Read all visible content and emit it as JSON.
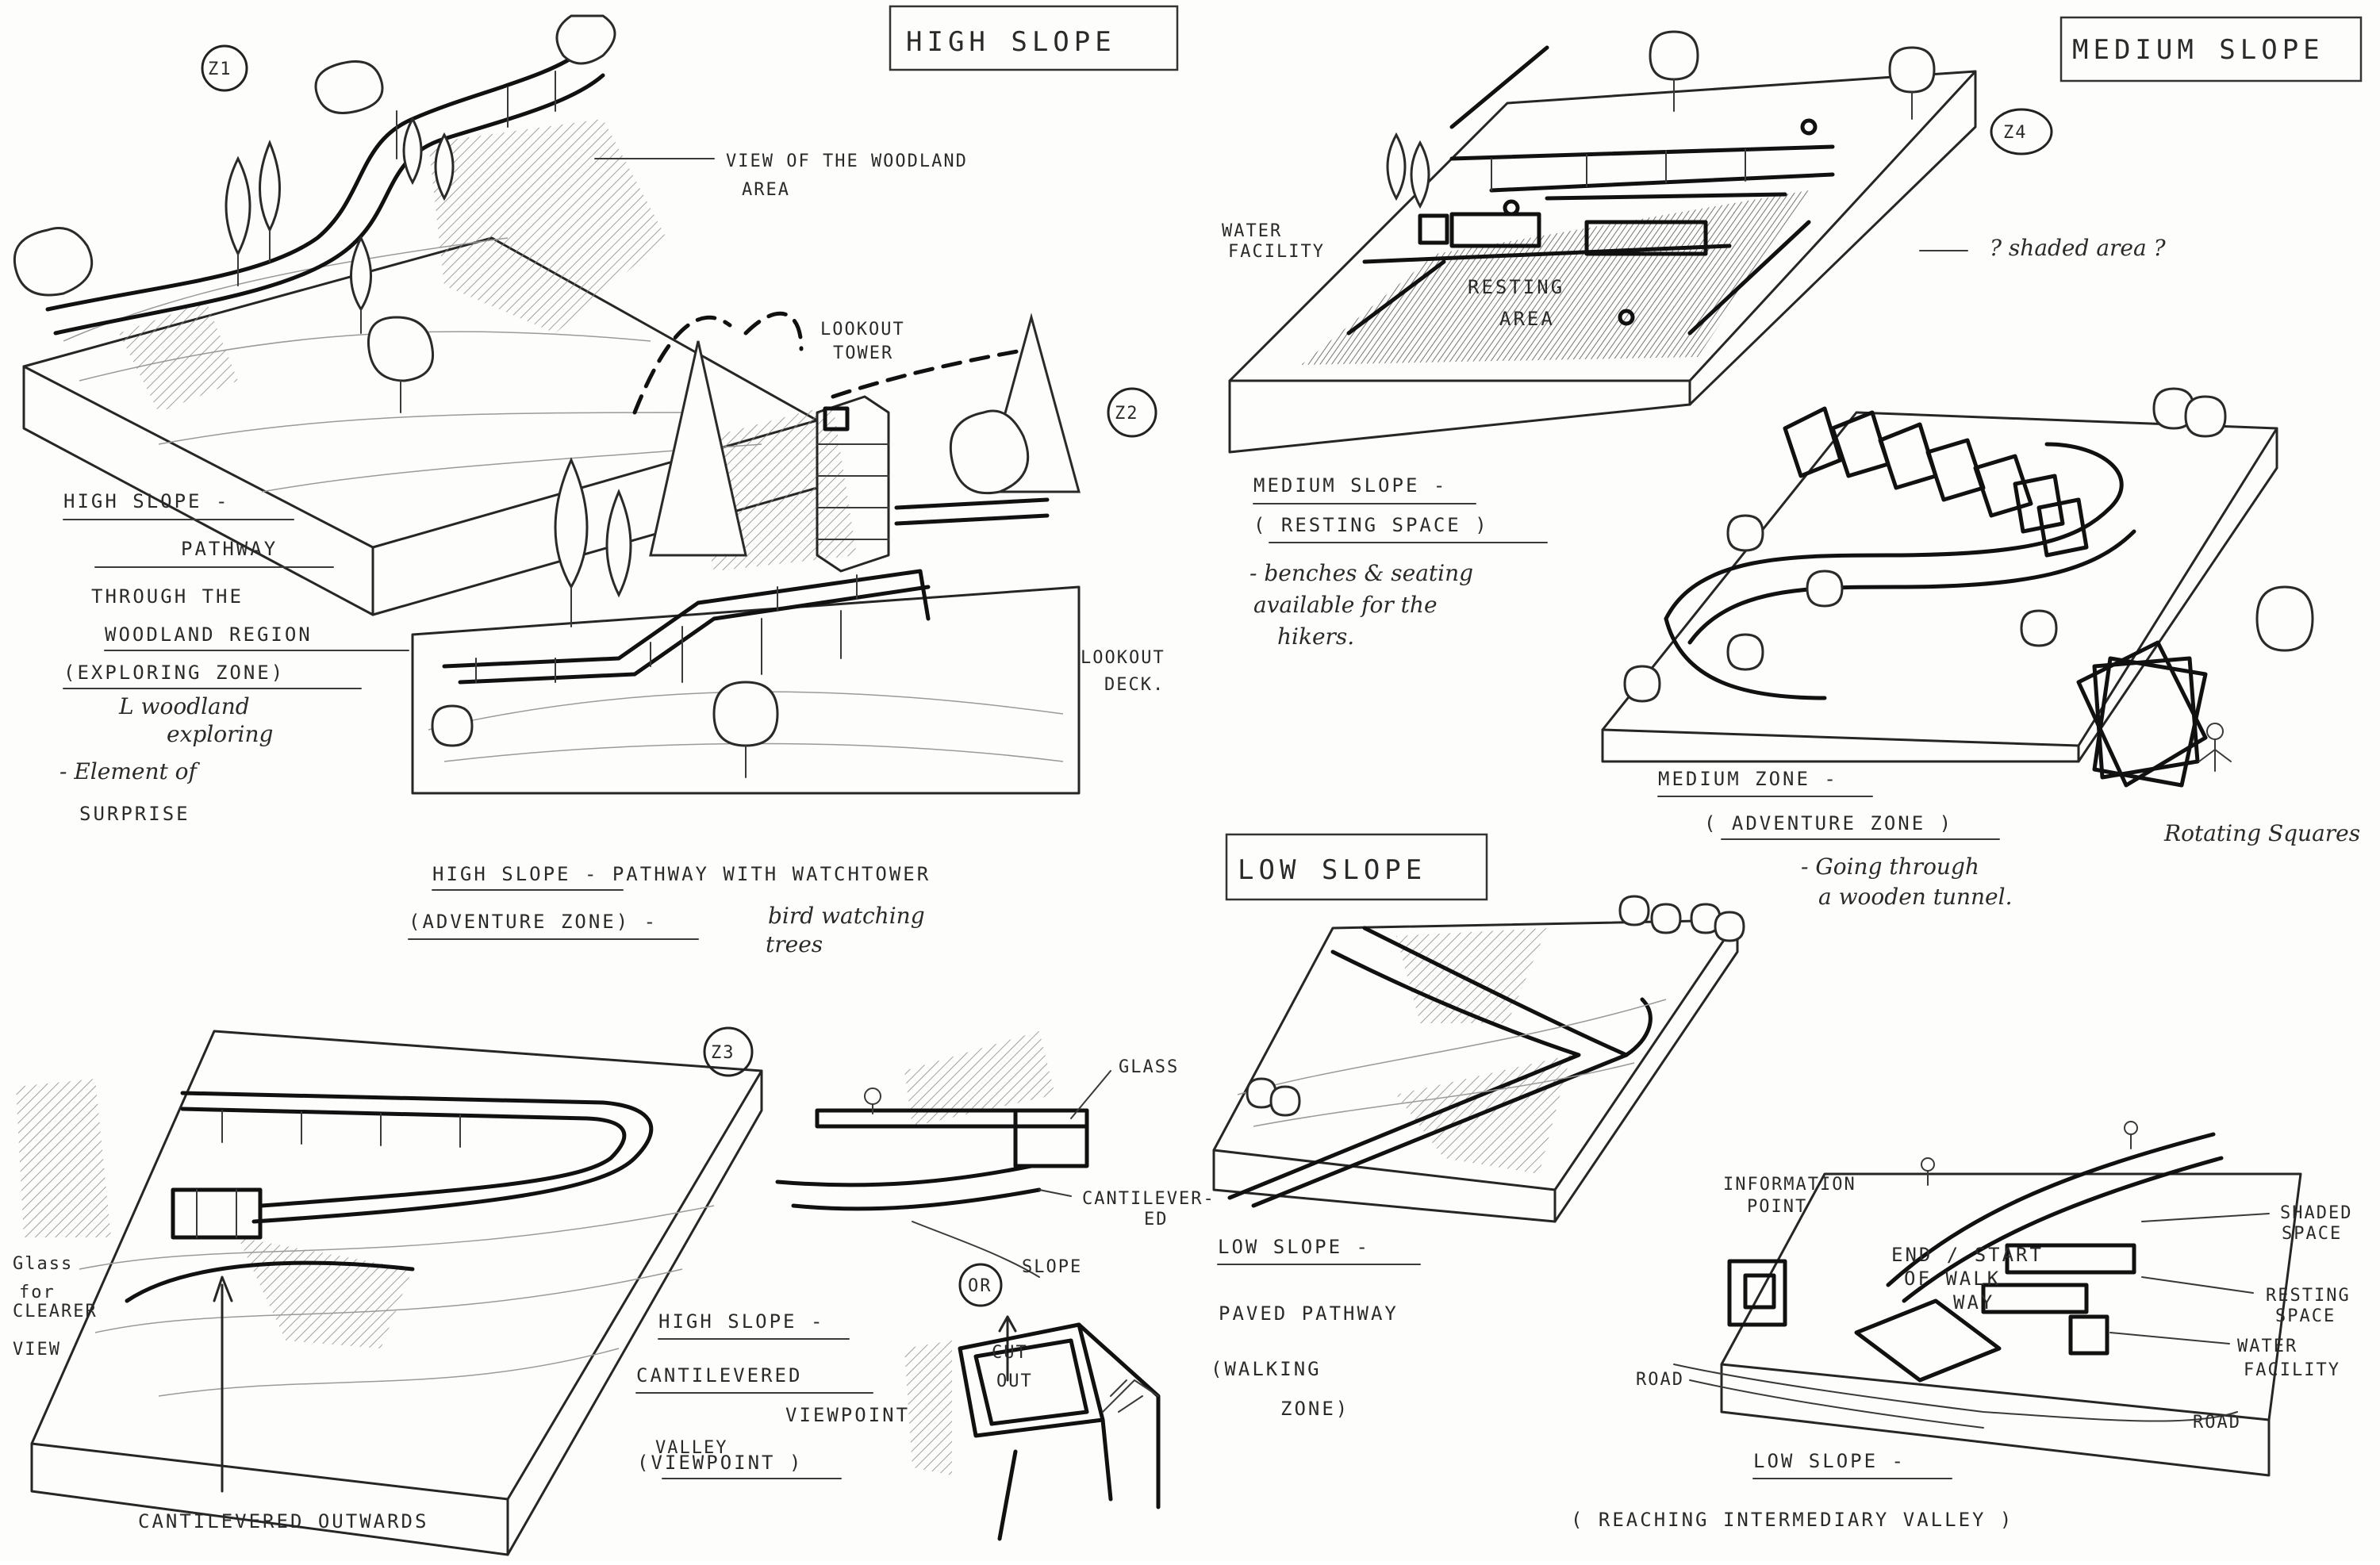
{
  "headers": {
    "high_slope": "HIGH SLOPE",
    "medium_slope": "MEDIUM SLOPE",
    "low_slope": "LOW SLOPE"
  },
  "zones": {
    "z1": "Z1",
    "z2": "Z2",
    "z3": "Z3",
    "z4": "Z4",
    "or": "OR"
  },
  "z1": {
    "view_line1": "VIEW OF THE WOODLAND",
    "view_line2": "AREA",
    "title1": "HIGH SLOPE -",
    "title2": "PATHWAY",
    "title3": "THROUGH THE",
    "title4": "WOODLAND REGION",
    "title5": "(EXPLORING ZONE)",
    "note1": "L woodland",
    "note2": "exploring",
    "note3": "- Element of",
    "note4": "SURPRISE"
  },
  "z2": {
    "lookout_tower1": "LOOKOUT",
    "lookout_tower2": "TOWER",
    "lookout_deck1": "LOOKOUT",
    "lookout_deck2": "DECK.",
    "caption1": "HIGH SLOPE - PATHWAY WITH WATCHTOWER",
    "caption2": "(ADVENTURE ZONE) -",
    "note1": "bird watching",
    "note2": "trees"
  },
  "z4": {
    "water1": "WATER",
    "water2": "FACILITY",
    "resting1": "RESTING",
    "resting2": "AREA",
    "shaded_note": "? shaded area ?",
    "title1": "MEDIUM SLOPE -",
    "title2": "( RESTING SPACE )",
    "note1": "- benches & seating",
    "note2": "available for the",
    "note3": "hikers."
  },
  "medium_zone": {
    "title1": "MEDIUM ZONE -",
    "title2": "( ADVENTURE ZONE )",
    "note1": "- Going through",
    "note2": "a wooden tunnel.",
    "rotating": "Rotating Squares"
  },
  "z3": {
    "glass1": "Glass",
    "glass2": "for",
    "glass3": "CLEARER",
    "glass4": "VIEW",
    "cantilevered_outwards": "CANTILEVERED OUTWARDS"
  },
  "cantilever": {
    "glass": "GLASS",
    "cant1": "CANTILEVER-",
    "cant2": "ED",
    "slope": "SLOPE",
    "cut": "CUT",
    "out": "OUT",
    "title1": "HIGH SLOPE -",
    "title2": "CANTILEVERED",
    "title3": "VIEWPOINT",
    "title4": "VALLEY",
    "title5": "(VIEWPOINT )"
  },
  "low_walk": {
    "title1": "LOW SLOPE -",
    "title2": "PAVED PATHWAY",
    "title3": "(WALKING",
    "title4": "ZONE)"
  },
  "low_valley": {
    "info1": "INFORMATION",
    "info2": "POINT",
    "shaded1": "SHADED",
    "shaded2": "SPACE",
    "end1": "END / START",
    "end2": "OF WALK",
    "end3": "WAY",
    "resting1": "RESTING",
    "resting2": "SPACE",
    "water1": "WATER",
    "water2": "FACILITY",
    "road1": "ROAD",
    "road2": "ROAD",
    "title1": "LOW SLOPE -",
    "title2": "( REACHING INTERMEDIARY VALLEY )"
  }
}
